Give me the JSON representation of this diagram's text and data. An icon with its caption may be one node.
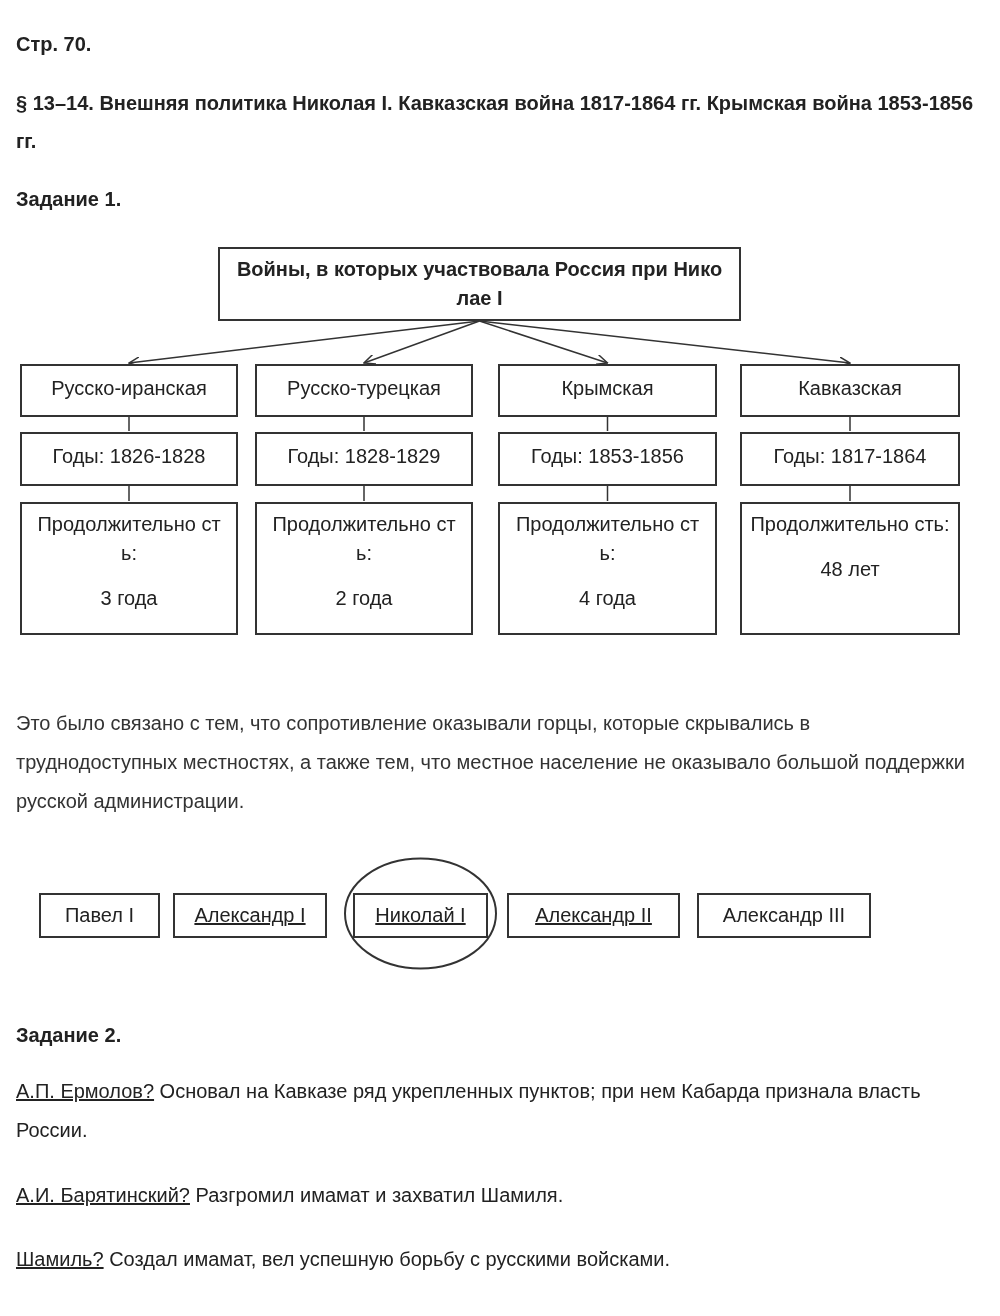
{
  "diagram": {
    "title": "§ 13–14. Внешняя политика Николая I. Кавказская война 1817-1864 гг. Крымская война 1853-1856 гг.",
    "nodes": [
      {
        "text": [
          "Войны, в которых участвовала Россия при Николае I"
        ]
      },
      {
        "text": [
          "Русско-иранская"
        ]
      },
      {
        "text": [
          "Русско-турецкая"
        ]
      },
      {
        "text": [
          "Крымская"
        ]
      },
      {
        "text": [
          "Кавказская"
        ]
      },
      {
        "text": [
          "Годы: 1826-1828"
        ]
      },
      {
        "text": [
          "Годы: 1828-1829"
        ]
      },
      {
        "text": [
          "Годы: 1853-1856"
        ]
      },
      {
        "text": [
          "Годы: 1817-1864"
        ]
      },
      {
        "text": [
          "Продолжительно сть:",
          "3 года"
        ]
      },
      {
        "text": [
          "Продолжительно сть:",
          "2 года"
        ]
      },
      {
        "text": [
          "Продолжительно сть:",
          "4 года"
        ]
      },
      {
        "text": [
          "Продолжительно сть:",
          "48 лет"
        ]
      },
      {
        "text": [
          "Павел I"
        ]
      },
      {
        "text": [
          "Александр I"
        ]
      },
      {
        "text": [
          "Николай I"
        ]
      },
      {
        "text": [
          "Александр II"
        ]
      },
      {
        "text": [
          "Александр III"
        ]
      }
    ],
    "edges": [
      {
        "from": 0,
        "to": 1,
        "arrow": "to"
      },
      {
        "from": 0,
        "to": 2,
        "arrow": "to"
      },
      {
        "from": 0,
        "to": 3,
        "arrow": "to"
      },
      {
        "from": 0,
        "to": 4,
        "arrow": "to"
      },
      {
        "from": 1,
        "to": 5,
        "arrow": "none"
      },
      {
        "from": 2,
        "to": 6,
        "arrow": "none"
      },
      {
        "from": 3,
        "to": 7,
        "arrow": "none"
      },
      {
        "from": 4,
        "to": 8,
        "arrow": "none"
      },
      {
        "from": 5,
        "to": 9,
        "arrow": "none"
      },
      {
        "from": 6,
        "to": 10,
        "arrow": "none"
      },
      {
        "from": 7,
        "to": 11,
        "arrow": "none"
      },
      {
        "from": 8,
        "to": 12,
        "arrow": "none"
      }
    ],
    "labels": [
      "Стр. 70.",
      "Задание 1.",
      "Это было связано с тем, что сопротивление оказывали горцы, которые скрывались в труднодоступных местностях, а также тем, что местное население не оказывало большой поддержки русской администрации.",
      "Задание 2.",
      "А.П. Ермолов?",
      "Основал на Кавказе ряд укрепленных пунктов; при нем Кабарда признала власть России.",
      "А.И. Барятинский?",
      "Разгромил имамат и захватил Шамиля.",
      "Шамиль?",
      "Создал имамат, вел успешную борьбу с русскими войсками."
    ]
  }
}
